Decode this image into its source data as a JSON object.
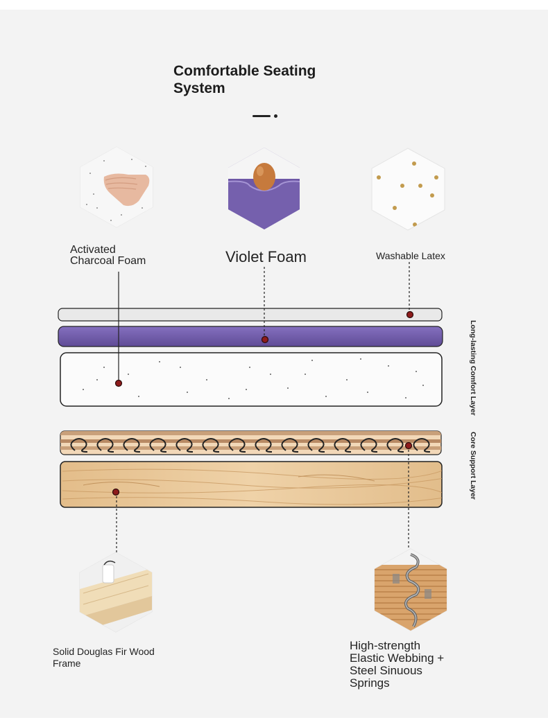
{
  "title": "Comfortable Seating System",
  "labels": {
    "charcoal_line1": "Activated",
    "charcoal_line2": "Charcoal Foam",
    "violet": "Violet Foam",
    "latex": "Washable Latex",
    "fir_line1": "Solid Douglas Fir Wood",
    "fir_line2": "Frame",
    "springs_line1": "High-strength",
    "springs_line2": "Elastic Webbing +",
    "springs_line3": "Steel Sinuous",
    "springs_line4": "Springs"
  },
  "side_labels": {
    "comfort": "Long-lasting Comfort Layer",
    "core": "Core Support Layer"
  },
  "colors": {
    "background": "#f3f3f3",
    "violet": "#6f5aa8",
    "wood": "#e8c79a",
    "marker": "#8e1c1c",
    "latex": "#e9e9e9"
  },
  "icons": [
    "hand-foam-icon",
    "egg-foam-icon",
    "latex-holes-icon",
    "wood-frame-icon",
    "spring-icon"
  ]
}
